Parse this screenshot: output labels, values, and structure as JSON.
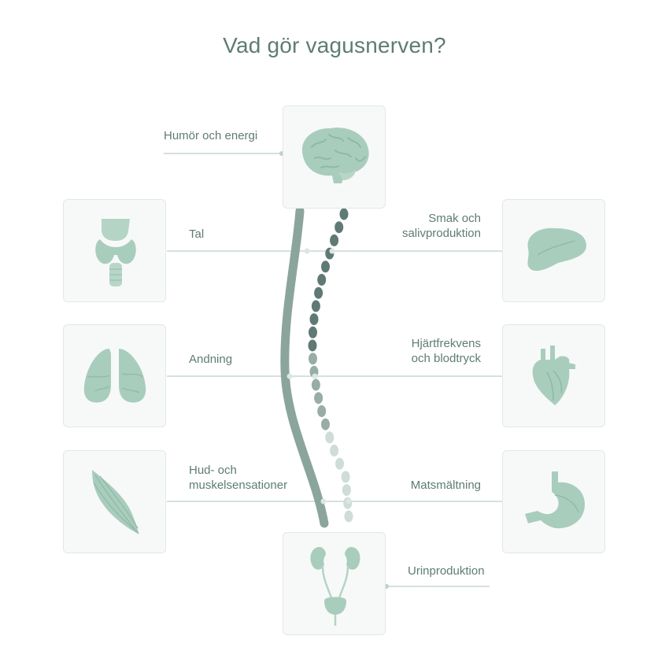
{
  "title": "Vad gör vagusnerven?",
  "labels": {
    "brain": "Humör och energi",
    "throat": "Tal",
    "tongue": "Smak och\nsalivproduktion",
    "lungs": "Andning",
    "heart": "Hjärtfrekvens\noch blodtryck",
    "muscle": "Hud- och\nmuskelsensationer",
    "stomach": "Matsmältning",
    "kidneys": "Urinproduktion"
  },
  "colors": {
    "text": "#5e7c73",
    "line": "#b9ccc5",
    "organ": "#a9cdbd",
    "nerve_main": "#8aa39b",
    "nerve_beads": "#5f7a74"
  }
}
